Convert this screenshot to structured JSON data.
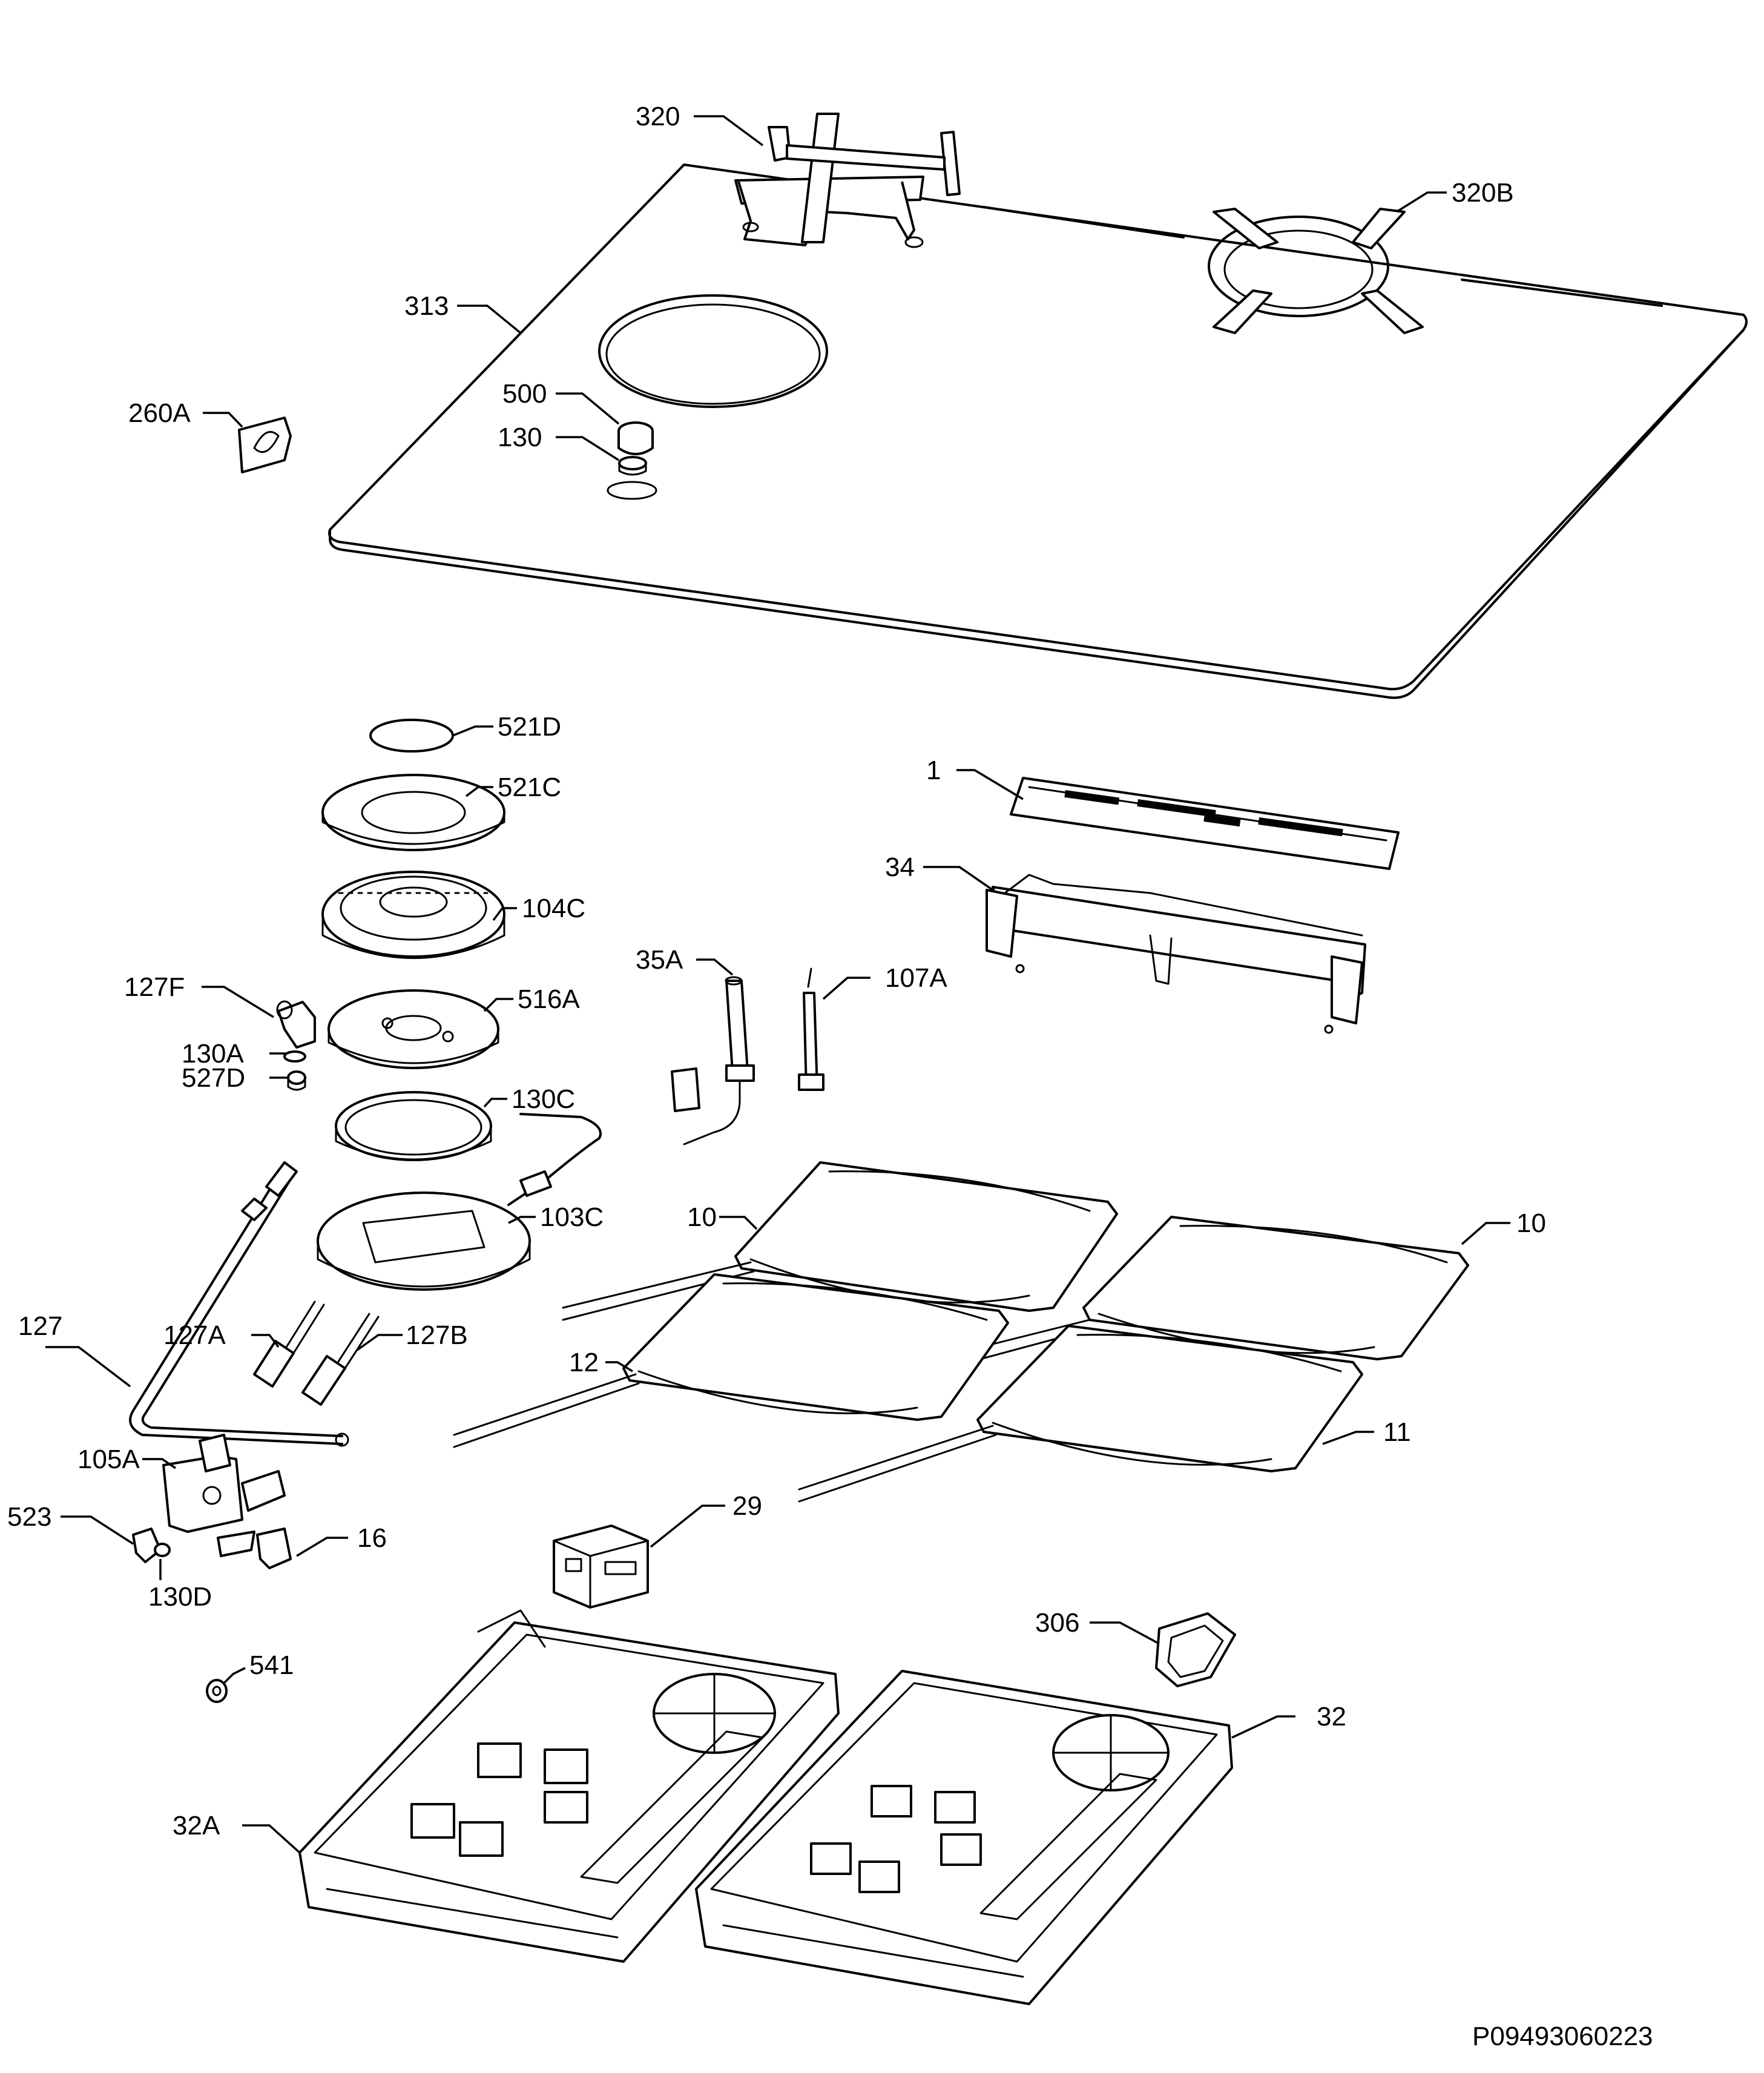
{
  "drawing_id": "P09493060223",
  "callouts": {
    "c320": "320",
    "c320B": "320B",
    "c313": "313",
    "c260A": "260A",
    "c500": "500",
    "c130": "130",
    "c521D": "521D",
    "c521C": "521C",
    "c104C": "104C",
    "c127F": "127F",
    "c130A": "130A",
    "c527D": "527D",
    "c516A": "516A",
    "c130C": "130C",
    "c103C": "103C",
    "c127": "127",
    "c127A": "127A",
    "c127B": "127B",
    "c105A": "105A",
    "c523": "523",
    "c130D": "130D",
    "c16": "16",
    "c541": "541",
    "c1": "1",
    "c34": "34",
    "c35A": "35A",
    "c107A": "107A",
    "c10a": "10",
    "c10b": "10",
    "c12": "12",
    "c11": "11",
    "c29": "29",
    "c306": "306",
    "c32": "32",
    "c32A": "32A"
  }
}
